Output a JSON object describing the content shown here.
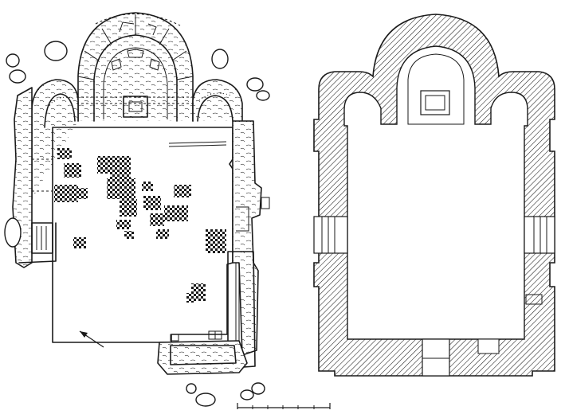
{
  "figure": {
    "left_plan": "excavated-remains",
    "right_plan": "reconstructed-plan",
    "north_arrow": "arrow-up-left",
    "scale_bar_segments": 6
  },
  "colors": {
    "ink": "#1a1a1a",
    "paper": "#ffffff",
    "hatch": "#1a1a1a"
  }
}
